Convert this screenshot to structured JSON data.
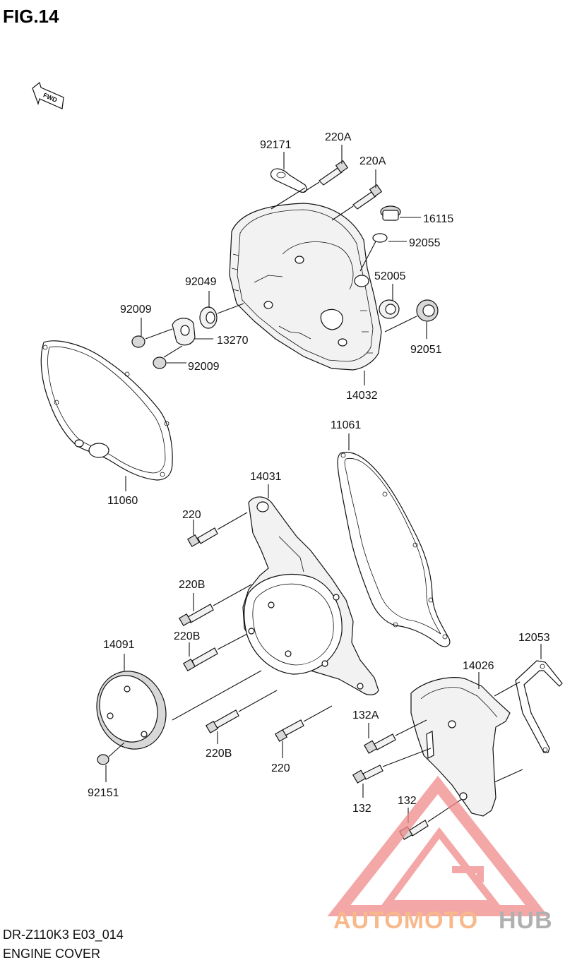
{
  "figure": {
    "title": "FIG.14",
    "fwd_label": "FWD"
  },
  "callouts": [
    {
      "id": "92171",
      "text": "92171"
    },
    {
      "id": "220A-1",
      "text": "220A"
    },
    {
      "id": "220A-2",
      "text": "220A"
    },
    {
      "id": "16115",
      "text": "16115"
    },
    {
      "id": "92055",
      "text": "92055"
    },
    {
      "id": "92049",
      "text": "92049"
    },
    {
      "id": "52005",
      "text": "52005"
    },
    {
      "id": "92009-1",
      "text": "92009"
    },
    {
      "id": "13270",
      "text": "13270"
    },
    {
      "id": "92009-2",
      "text": "92009"
    },
    {
      "id": "92051",
      "text": "92051"
    },
    {
      "id": "14032",
      "text": "14032"
    },
    {
      "id": "11061",
      "text": "11061"
    },
    {
      "id": "11060",
      "text": "11060"
    },
    {
      "id": "14031",
      "text": "14031"
    },
    {
      "id": "220-1",
      "text": "220"
    },
    {
      "id": "220B-1",
      "text": "220B"
    },
    {
      "id": "220B-2",
      "text": "220B"
    },
    {
      "id": "14091",
      "text": "14091"
    },
    {
      "id": "12053",
      "text": "12053"
    },
    {
      "id": "14026",
      "text": "14026"
    },
    {
      "id": "132A",
      "text": "132A"
    },
    {
      "id": "220B-3",
      "text": "220B"
    },
    {
      "id": "220-2",
      "text": "220"
    },
    {
      "id": "92151",
      "text": "92151"
    },
    {
      "id": "132-1",
      "text": "132"
    },
    {
      "id": "132-2",
      "text": "132"
    }
  ],
  "footer": {
    "model_code": "DR-Z110K3 E03_014",
    "section_name": "ENGINE COVER"
  },
  "watermark": {
    "part1": "AUTOMOTO",
    "part2": "HUB",
    "color_primary": "#f7b98c",
    "color_secondary": "#b0b0b0",
    "logo_color": "#f08a8a"
  }
}
